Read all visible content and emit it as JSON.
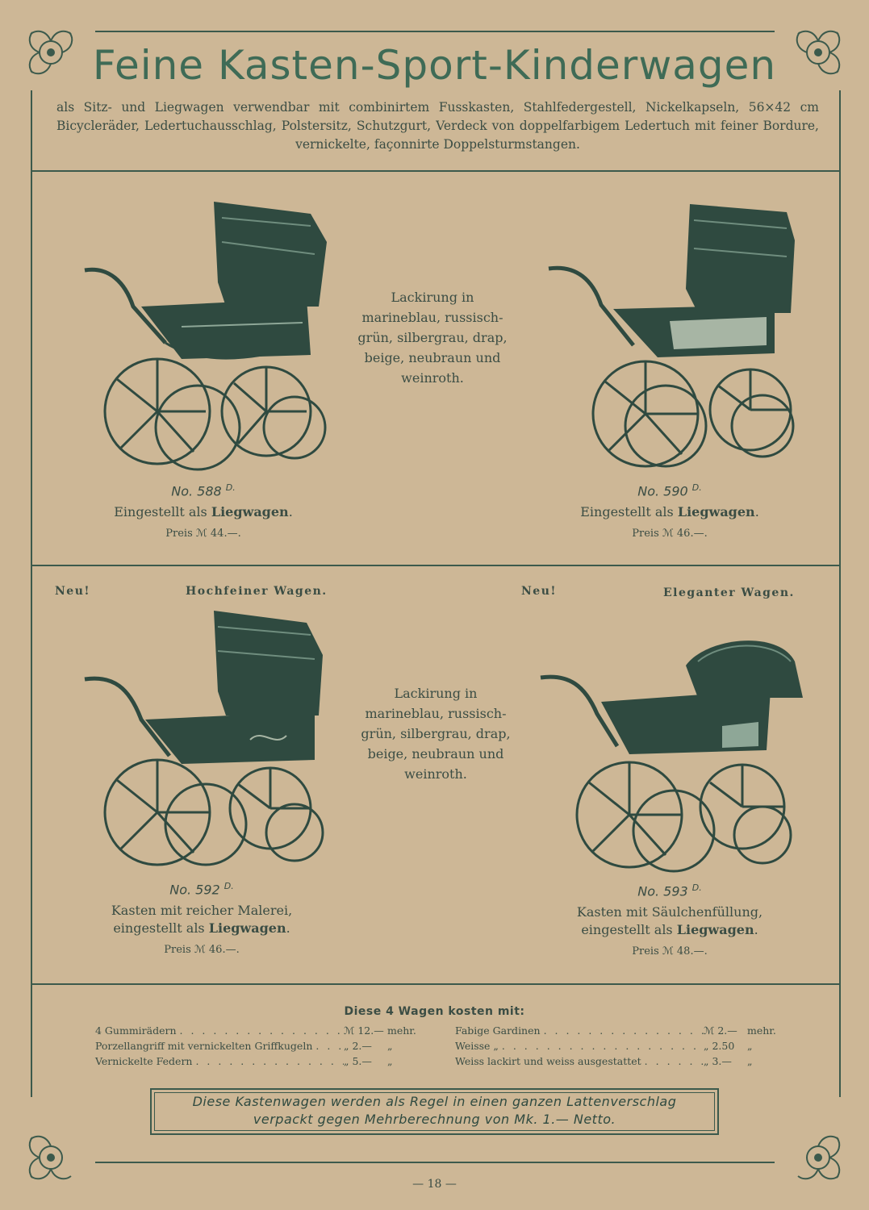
{
  "header": {
    "title": "Feine Kasten-Sport-Kinderwagen",
    "intro": "als Sitz- und Liegwagen verwendbar mit combinirtem Fusskasten, Stahlfedergestell, Nickelkapseln, 56×42 cm Bicycleräder, Ledertuchausschlag, Polstersitz, Schutzgurt, Verdeck von doppelfarbigem Ledertuch mit feiner Bordure, vernickelte, façonnirte Doppelsturmstangen."
  },
  "colors": {
    "paper": "#cdb796",
    "ink": "#2f4a40",
    "title": "#3f6b56"
  },
  "section1": {
    "lackierung": [
      "Lackirung in",
      "marineblau, russisch-",
      "grün, silbergrau, drap,",
      "beige, neubraun und",
      "weinroth."
    ],
    "items": [
      {
        "no": "No. 588",
        "sup": "D.",
        "desc_prefix": "Eingestellt als ",
        "desc_bold": "Liegwagen",
        "desc_suffix": ".",
        "preis": "Preis ℳ 44.—."
      },
      {
        "no": "No. 590",
        "sup": "D.",
        "desc_prefix": "Eingestellt als ",
        "desc_bold": "Liegwagen",
        "desc_suffix": ".",
        "preis": "Preis ℳ 46.—."
      }
    ]
  },
  "section2": {
    "tags": {
      "neu_left": "Neu!",
      "hochfein": "Hochfeiner Wagen.",
      "neu_right": "Neu!",
      "elegant": "Eleganter Wagen."
    },
    "lackierung": [
      "Lackirung in",
      "marineblau, russisch-",
      "grün, silbergrau, drap,",
      "beige, neubraun und",
      "weinroth."
    ],
    "items": [
      {
        "no": "No. 592",
        "sup": "D.",
        "line1": "Kasten mit reicher Malerei,",
        "line2_prefix": "eingestellt als ",
        "line2_bold": "Liegwagen",
        "line2_suffix": ".",
        "preis": "Preis ℳ 46.—."
      },
      {
        "no": "No. 593",
        "sup": "D.",
        "line1": "Kasten mit Säulchenfüllung,",
        "line2_prefix": "eingestellt als ",
        "line2_bold": "Liegwagen",
        "line2_suffix": ".",
        "preis": "Preis ℳ 48.—."
      }
    ]
  },
  "prices": {
    "heading": "Diese 4 Wagen kosten mit:",
    "left": [
      {
        "label": "4 Gummirädern",
        "value": "ℳ 12.—",
        "suffix": "mehr."
      },
      {
        "label": "Porzellangriff mit vernickelten Griffkugeln",
        "value": "„ 2.—",
        "suffix": "„"
      },
      {
        "label": "Vernickelte Federn",
        "value": "„ 5.—",
        "suffix": "„"
      }
    ],
    "right": [
      {
        "label": "Fabige Gardinen",
        "value": "ℳ 2.—",
        "suffix": "mehr."
      },
      {
        "label": "Weisse „",
        "value": "„ 2.50",
        "suffix": "„"
      },
      {
        "label": "Weiss lackirt und weiss ausgestattet",
        "value": "„ 3.—",
        "suffix": "„"
      }
    ]
  },
  "notice": {
    "line1": "Diese Kastenwagen werden als Regel in einen ganzen Lattenverschlag",
    "line2": "verpackt gegen Mehrberechnung von Mk. 1.— Netto."
  },
  "footer": {
    "page": "— 18 —"
  }
}
